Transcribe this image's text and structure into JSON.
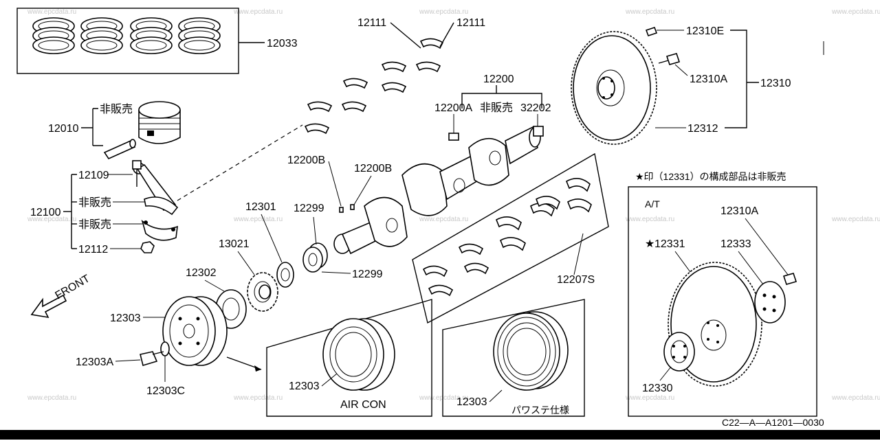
{
  "watermark": "www.epcdata.ru",
  "part_numbers": {
    "piston_rings": "12033",
    "piston": "12010",
    "conrod_assy": "12100",
    "conrod_bolt": "12109",
    "conrod_nut": "12112",
    "main_bearing_upper": "12111",
    "crankshaft_assy": "12200",
    "crank_pilot_left": "12200A",
    "crank_pilot_right": "32202",
    "crank_key_1": "12200B",
    "crank_key_2": "12200B",
    "thrust_washer": "12301",
    "sprocket_key": "12299",
    "sprocket_key_2": "12299",
    "crank_sprocket": "13021",
    "oil_slinger": "12302",
    "pulley": "12303",
    "pulley_bolt": "12303A",
    "pulley_washer": "12303C",
    "main_bearing_set": "12207S",
    "flywheel_assy": "12310",
    "flywheel_bolt_e": "12310E",
    "flywheel_bolt_a": "12310A",
    "ring_gear": "12312",
    "at_bolt": "12310A",
    "drive_plate": "12331",
    "at_reinforcement": "12333",
    "at_adapter": "12330",
    "aircon_pulley": "12303",
    "ps_pulley": "12303"
  },
  "notes": {
    "not_sold_piston": "非販売",
    "not_sold_rod": "非販売",
    "not_sold_cap": "非販売",
    "not_sold_crank": "非販売",
    "at_note": "★印（12331）の構成部品は非販売",
    "at_star": "★"
  },
  "labels": {
    "front": "FRONT",
    "at_box": "A/T",
    "aircon_box": "AIR CON",
    "ps_box": "パワステ仕様",
    "diagram_code": "C22—A—A1201—0030"
  }
}
